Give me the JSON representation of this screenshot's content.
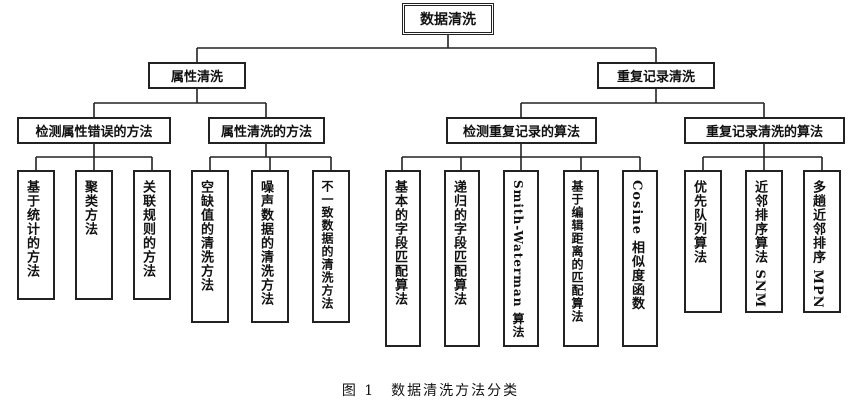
{
  "root": {
    "label": "数据清洗"
  },
  "attr": {
    "label": "属性清洗",
    "detect": {
      "label": "检测属性错误的方法",
      "leaves": [
        "基于统计的方法",
        "聚类方法",
        "关联规则的方法"
      ]
    },
    "clean": {
      "label": "属性清洗的方法",
      "leaves": [
        "空缺值的清洗方法",
        "噪声数据的清洗方法",
        "不一致数据的清洗方法"
      ]
    }
  },
  "dup": {
    "label": "重复记录清洗",
    "detect": {
      "label": "检测重复记录的算法",
      "leaves": [
        "基本的字段匹配算法",
        "递归的字段匹配算法",
        "Smith-Waterman 算法",
        "基于编辑距离的匹配算法",
        "Cosine 相似度函数"
      ]
    },
    "clean": {
      "label": "重复记录清洗的算法",
      "leaves": [
        "优先队列算法",
        "近邻排序算法 SNM",
        "多趟近邻排序 MPN"
      ]
    }
  },
  "caption": "图 1　数据清洗方法分类"
}
